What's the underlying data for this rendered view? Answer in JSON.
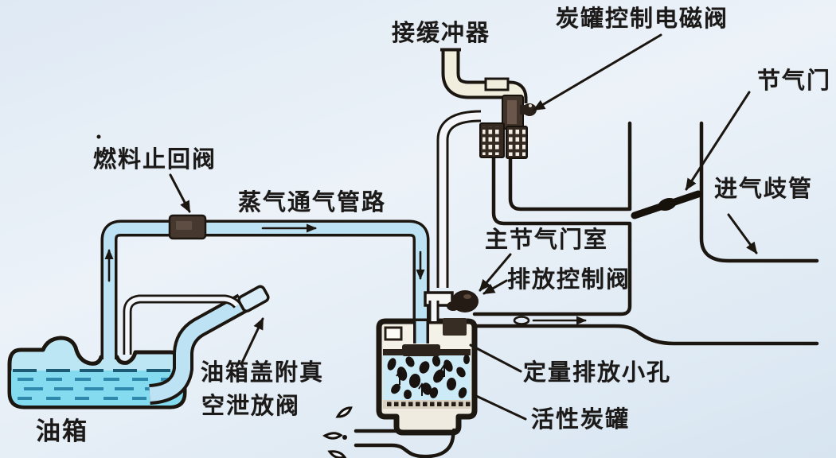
{
  "diagram": {
    "labels": {
      "buffer": "接缓冲器",
      "canister_solenoid": "炭罐控制电磁阀",
      "throttle": "节气门",
      "intake_manifold": "进气歧管",
      "fuel_check_valve": "燃料止回阀",
      "vapor_line": "蒸气通气管路",
      "main_throttle_chamber": "主节气门室",
      "purge_control_valve": "排放控制阀",
      "metering_orifice": "定量排放小孔",
      "charcoal_canister": "活性炭罐",
      "tank_cap_line1": "油箱盖附真",
      "tank_cap_line2": "空泄放阀",
      "fuel_tank": "油箱"
    },
    "colors": {
      "background": "#e2ecf6",
      "ink": "#1c1611",
      "pipe_fill": "#bce2f3",
      "cream": "#f2eedd",
      "liquid": "#84daef",
      "liquid_dash": "#2f89ac",
      "component_dark": "#46382f",
      "charcoal_bed": "#cdeaf7",
      "canister_shell": "#f0ebe1",
      "text": "#1c1a19"
    }
  }
}
